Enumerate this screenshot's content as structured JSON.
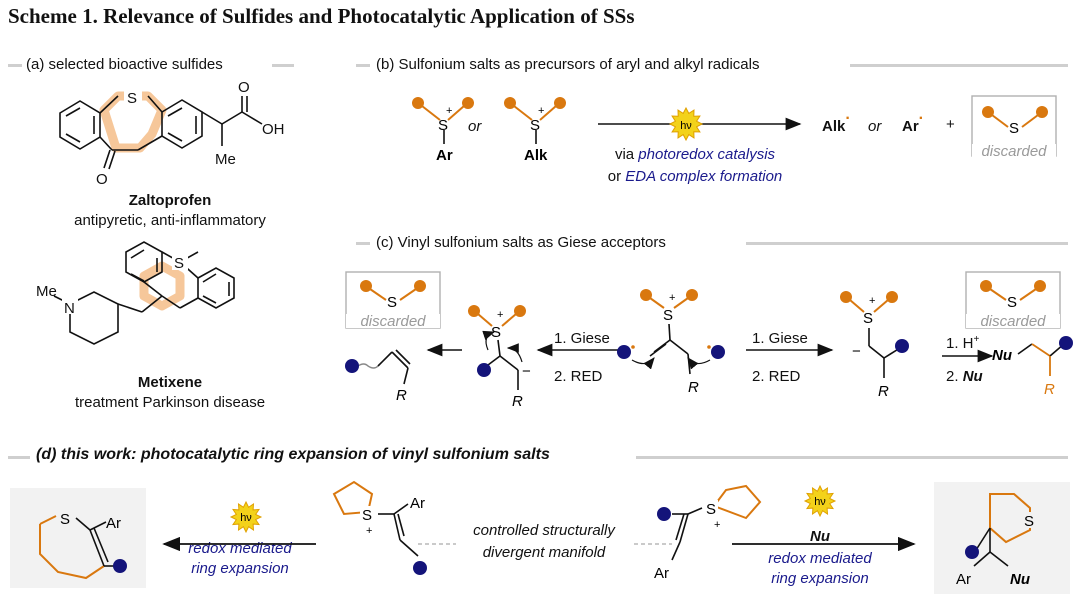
{
  "title": "Scheme 1. Relevance of Sulfides and Photocatalytic Application of SSs",
  "colors": {
    "orange": "#d9780f",
    "navy": "#14147a",
    "text_blue": "#1a1a8c",
    "grey": "#9a9a9a",
    "highlight": "#f6c79a"
  },
  "panel_a": {
    "header": "(a) selected bioactive sulfides",
    "zaltoprofen": {
      "name": "Zaltoprofen",
      "desc": "antipyretic, anti-inflammatory",
      "atoms": {
        "S": "S",
        "O": "O",
        "OH": "OH",
        "Me": "Me",
        "O_ketone": "O"
      }
    },
    "metixene": {
      "name": "Metixene",
      "desc": "treatment Parkinson disease",
      "atoms": {
        "S": "S",
        "N": "N",
        "Me": "Me"
      }
    }
  },
  "panel_b": {
    "header": "(b) Sulfonium salts as precursors of aryl and alkyl radicals",
    "sub_ar": "Ar",
    "sub_alk": "Alk",
    "or": "or",
    "plus": "+",
    "charge": "+",
    "S": "S",
    "hv": "hν",
    "via": "via ",
    "photoredox": "photoredox catalysis",
    "or_line": "or ",
    "eda": "EDA complex formation",
    "alk_radical": "Alk",
    "ar_radical": "Ar",
    "discarded": "discarded"
  },
  "panel_c": {
    "header": "(c) Vinyl sulfonium salts as Giese acceptors",
    "discarded": "discarded",
    "S": "S",
    "plus": "+",
    "minus": "−",
    "left_step1": "1. Giese",
    "left_step2": "2. RED",
    "right_step1": "1. Giese",
    "right_step2": "2. RED",
    "step3_1": "1. H",
    "step3_1_sup": "+",
    "step3_2": "2. ",
    "step3_nu": "Nu",
    "R": "R",
    "Nu": "Nu"
  },
  "panel_d": {
    "header": "(d) this work: photocatalytic ring expansion of vinyl sulfonium salts",
    "hv": "hν",
    "S": "S",
    "Ar": "Ar",
    "plus": "+",
    "left_caption_1": "redox mediated",
    "left_caption_2": "ring expansion",
    "center_1": "controlled structurally",
    "center_2": "divergent manifold",
    "nu_reagent": "Nu",
    "right_caption_1": "redox mediated",
    "right_caption_2": "ring expansion",
    "Nu": "Nu"
  }
}
